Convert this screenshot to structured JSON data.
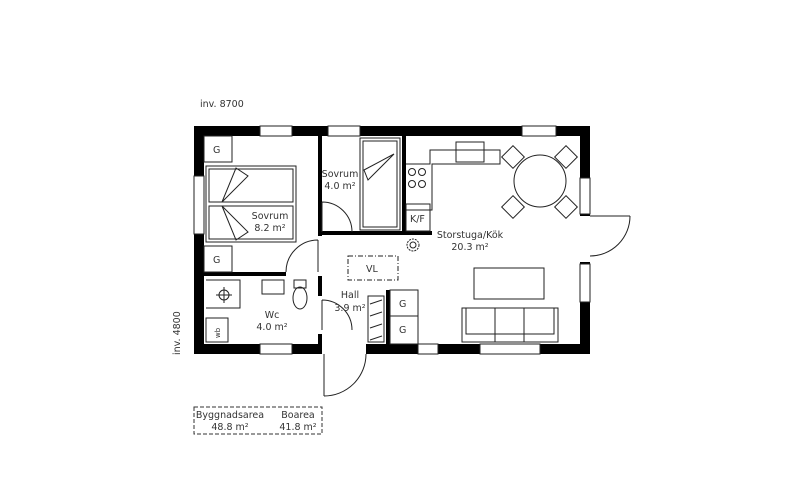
{
  "dimensions": {
    "width_label": "inv. 8700",
    "height_label": "inv. 4800"
  },
  "rooms": {
    "sovrum_large": {
      "name": "Sovrum",
      "area": "8.2 m²"
    },
    "sovrum_small": {
      "name": "Sovrum",
      "area": "4.0 m²"
    },
    "storstuga": {
      "name": "Storstuga/Kök",
      "area": "20.3 m²"
    },
    "hall": {
      "name": "Hall",
      "area": "3.9 m²"
    },
    "wc": {
      "name": "Wc",
      "area": "4.0 m²"
    }
  },
  "labels": {
    "wardrobe": "G",
    "fridge": "K/F",
    "vl": "VL",
    "wb": "wb"
  },
  "areas": {
    "building_label": "Byggnadsarea",
    "building_value": "48.8 m²",
    "living_label": "Boarea",
    "living_value": "41.8 m²"
  }
}
